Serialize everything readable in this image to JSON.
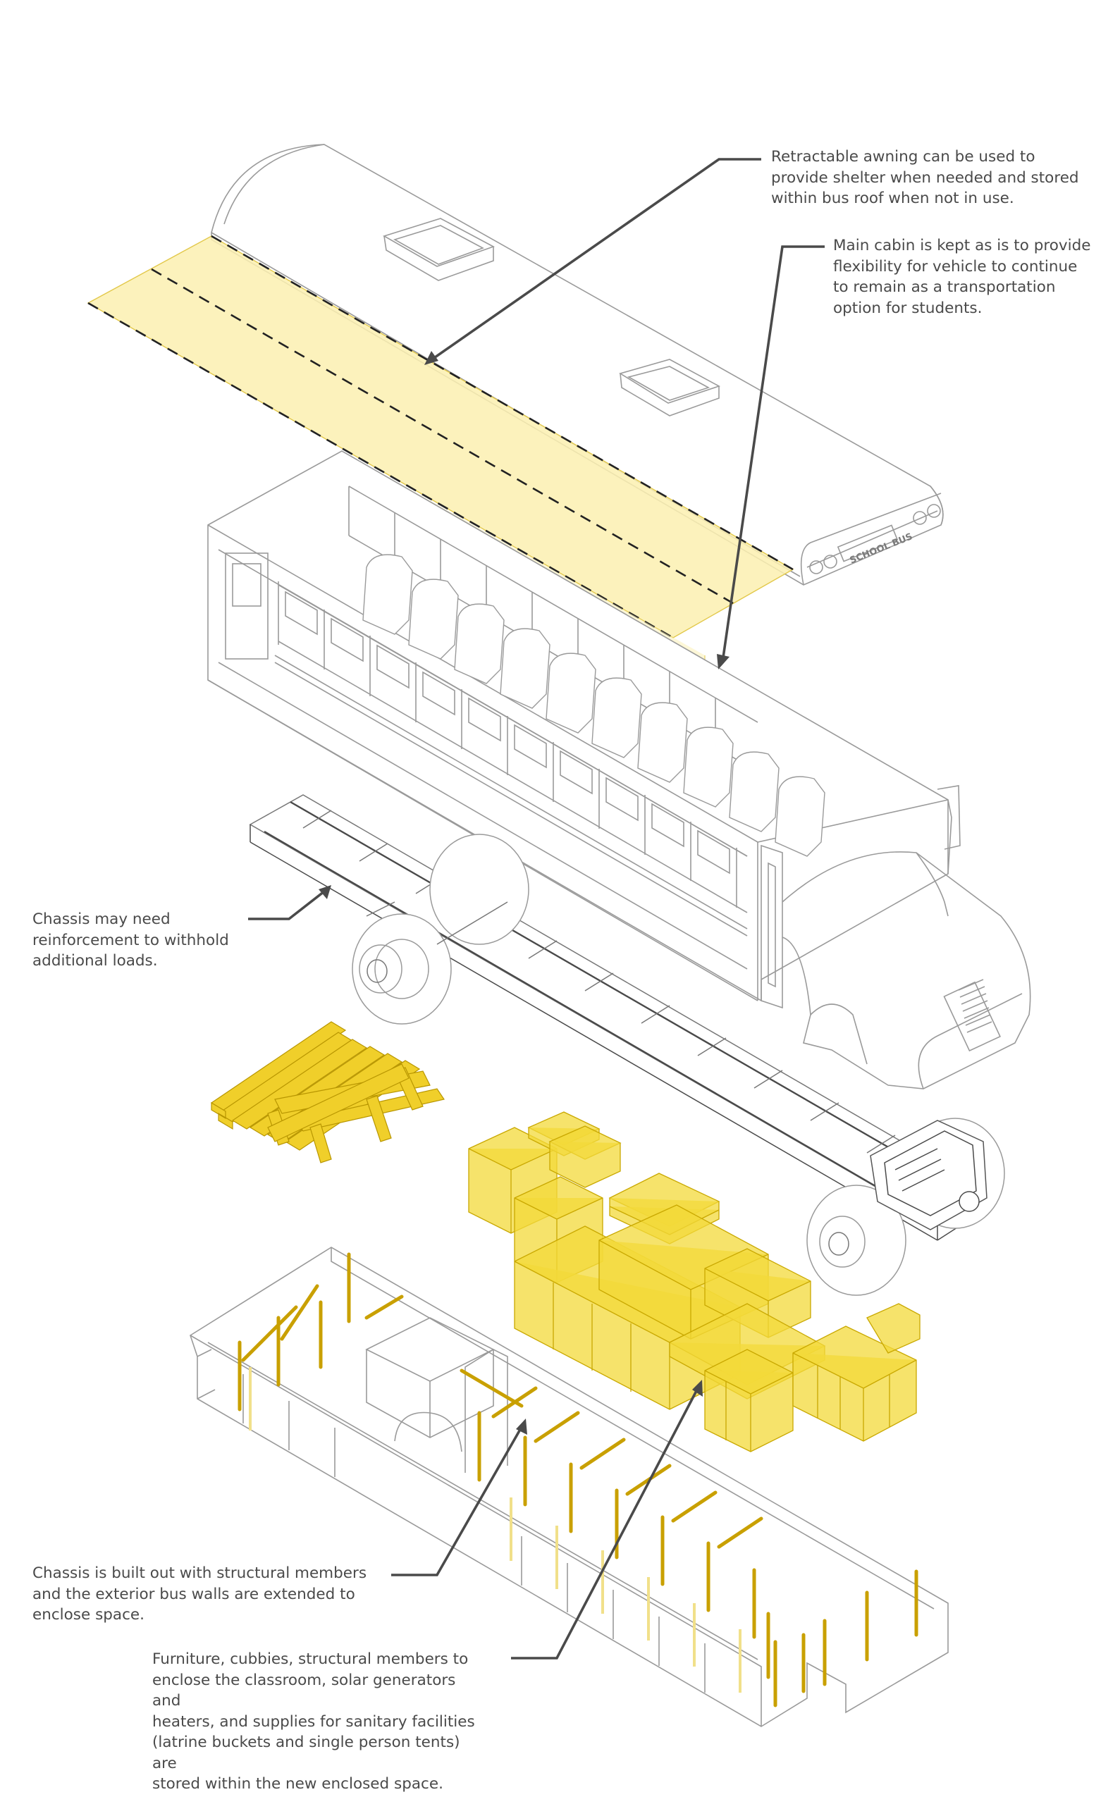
{
  "annotations": {
    "awning": "Retractable awning can be used to\nprovide shelter when needed and stored\nwithin bus roof when not in use.",
    "cabin": "Main cabin is kept as is to provide\nflexibility for vehicle to continue\nto remain as a transportation\noption for students.",
    "chassis": "Chassis may need\nreinforcement to withhold\nadditional loads.",
    "walls": "Chassis is built out with structural members\nand the exterior bus walls are extended to\nenclose space.",
    "storage": "Furniture, cubbies, structural members to\nenclose the classroom, solar generators and\nheaters, and supplies for sanitary facilities\n(latrine buckets and single person tents) are\nstored within the new enclosed space."
  },
  "bus_sign": "SCHOOL BUS",
  "colors": {
    "line": "#9a9a9a",
    "leader": "#4a4a4a",
    "highlight_fill": "#fbf0b0",
    "highlight_stroke": "#e2c84a",
    "cargo_fill": "#f3da3a",
    "cargo_stroke": "#c9a800",
    "lumber": "#e6c21a"
  }
}
